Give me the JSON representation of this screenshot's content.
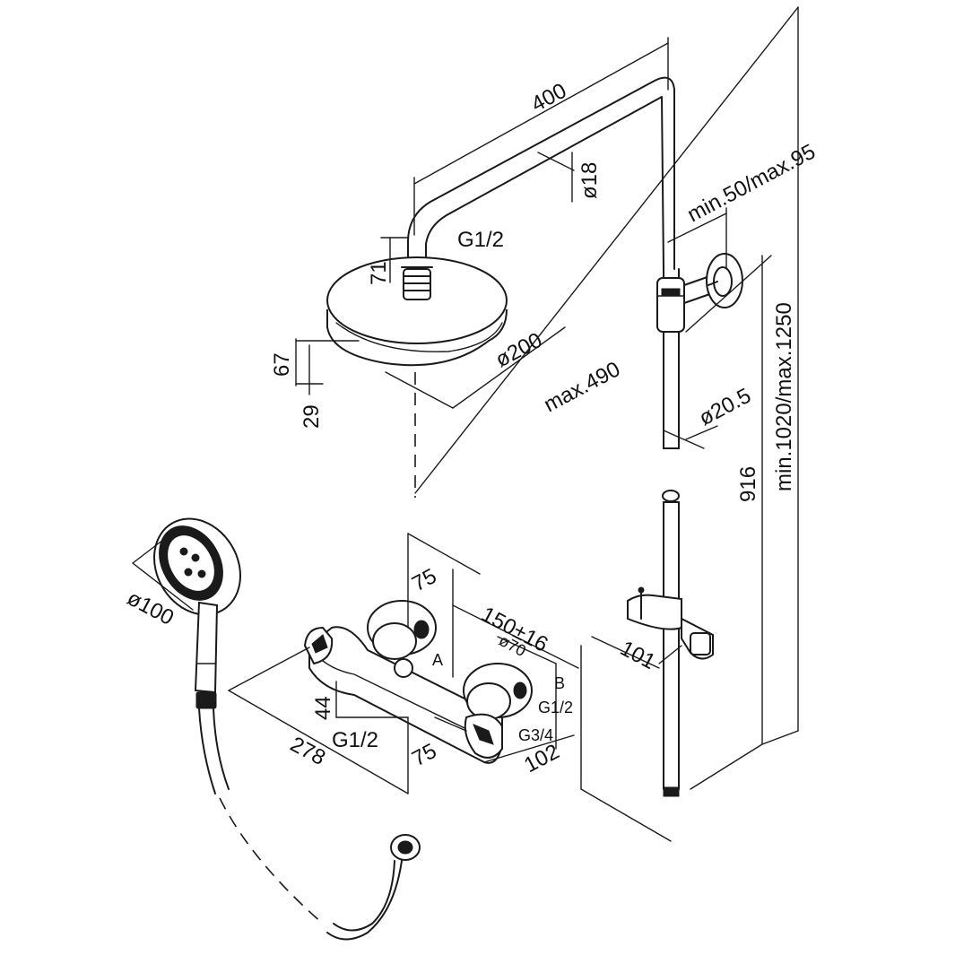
{
  "colors": {
    "line": "#1a1a1a",
    "background": "#ffffff"
  },
  "dimensions": {
    "arm_length": "400",
    "arm_diameter": "ø18",
    "head_connection": "G1/2",
    "head_connection_height": "71",
    "head_height": "67",
    "head_edge": "29",
    "head_diameter": "ø200",
    "max_reach": "max.490",
    "bracket_distance": "min.50/max.95",
    "pole_diameter": "ø20.5",
    "pole_length": "916",
    "total_height": "min.1020/max.1250",
    "hand_shower_diameter": "ø100",
    "mixer_depth_top": "75",
    "mixer_centers": "150±16",
    "eccentric_diameter": "ø70",
    "label_a": "A",
    "label_b": "B",
    "inlet_right": "G1/2",
    "outlet_bottom": "G3/4",
    "mixer_outlet": "G1/2",
    "mixer_height": "44",
    "mixer_length": "278",
    "mixer_depth_bottom": "75",
    "mixer_depth": "102",
    "holder_depth": "101"
  }
}
